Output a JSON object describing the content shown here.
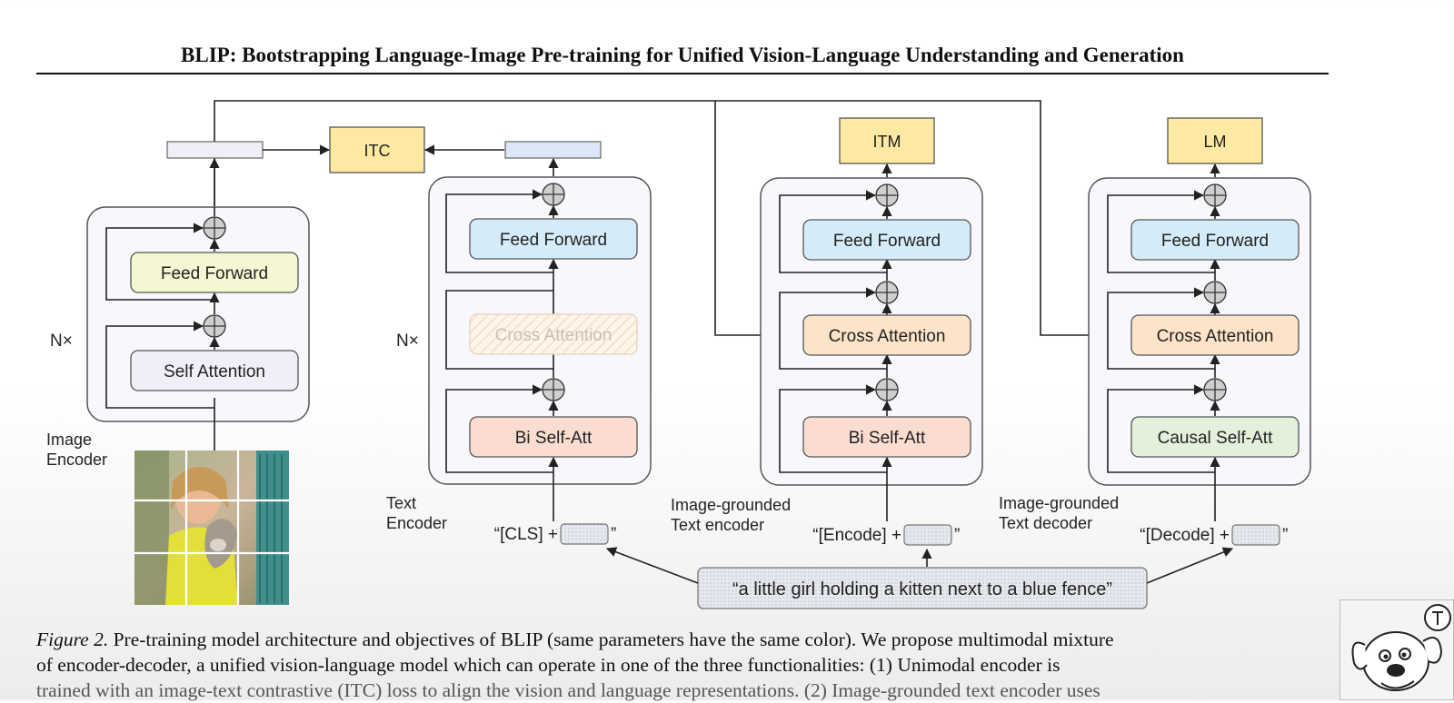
{
  "page": {
    "title": "BLIP: Bootstrapping Language-Image Pre-training for Unified Vision-Language Understanding and Generation"
  },
  "diagram": {
    "objectives": {
      "itc": "ITC",
      "itm": "ITM",
      "lm": "LM"
    },
    "image_encoder": {
      "label_line1": "Image",
      "label_line2": "Encoder",
      "repeat": "N×",
      "feed_forward": "Feed Forward",
      "self_attention": "Self Attention"
    },
    "text_encoder": {
      "label_line1": "Text",
      "label_line2": "Encoder",
      "repeat": "N×",
      "feed_forward": "Feed Forward",
      "cross_attention": "Cross Attention",
      "self_att": "Bi Self-Att",
      "input_prefix": "“[CLS] +",
      "input_suffix": "”"
    },
    "grounded_encoder": {
      "label_line1": "Image-grounded",
      "label_line2": "Text encoder",
      "feed_forward": "Feed Forward",
      "cross_attention": "Cross Attention",
      "self_att": "Bi Self-Att",
      "input_prefix": "“[Encode] +",
      "input_suffix": "”"
    },
    "grounded_decoder": {
      "label_line1": "Image-grounded",
      "label_line2": "Text decoder",
      "feed_forward": "Feed Forward",
      "cross_attention": "Cross Attention",
      "self_att": "Causal Self-Att",
      "input_prefix": "“[Decode] +",
      "input_suffix": "”"
    },
    "caption_text": "“a little girl holding a kitten next to a blue fence”",
    "colors": {
      "objective": "#fde9a2",
      "feed_forward_image": "#f4f7d2",
      "feed_forward_text": "#d5ecf8",
      "self_attention_image": "#f1eef8",
      "bi_self_att": "#fbdcd0",
      "cross_attention": "#fde3c8",
      "causal_self_att": "#e4f0dc",
      "embed_image": "#f2eef8",
      "embed_text": "#dce6f6",
      "module_bg": "#f8f7fc"
    }
  },
  "caption": {
    "figure_label": "Figure 2.",
    "line1": " Pre-training model architecture and objectives of BLIP (same parameters have the same color). We propose multimodal mixture",
    "line2": "of encoder-decoder, a unified vision-language model which can operate in one of the three functionalities: (1) Unimodal encoder is",
    "line3": "trained with an image-text contrastive (ITC) loss to align the vision and language representations. (2) Image-grounded text encoder uses"
  }
}
